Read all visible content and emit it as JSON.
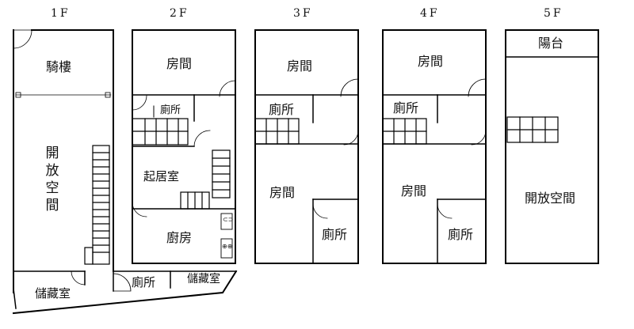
{
  "floors": [
    {
      "label": "1F",
      "rooms": {
        "arcade": "騎樓",
        "open_space": "開放空間",
        "storage": "儲藏室",
        "toilet": "廁所",
        "storage2": "儲藏室"
      }
    },
    {
      "label": "2F",
      "rooms": {
        "bedroom": "房間",
        "toilet": "廁所",
        "living": "起居室",
        "kitchen": "廚房"
      }
    },
    {
      "label": "3F",
      "rooms": {
        "bedroom": "房間",
        "toilet": "廁所",
        "bedroom2": "房間",
        "toilet2": "廁所"
      }
    },
    {
      "label": "4F",
      "rooms": {
        "bedroom": "房間",
        "toilet": "廁所",
        "bedroom2": "房間",
        "toilet2": "廁所"
      }
    },
    {
      "label": "5F",
      "rooms": {
        "balcony": "陽台",
        "open_space": "開放空間"
      }
    }
  ],
  "appliances": {
    "sink": "⊂⊃",
    "stove": "⊕⊕"
  }
}
